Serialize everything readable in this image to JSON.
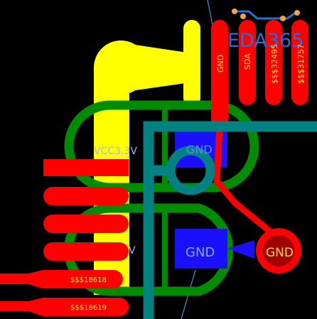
{
  "watermark": {
    "text": "EDA365"
  },
  "pads_top": {
    "gnd": "GND",
    "sda": "SDA",
    "net1": "$$$32495",
    "net2": "$$$31757"
  },
  "copper": {
    "vcc_label": "VCC3.3V",
    "vcc_label_2": "V",
    "gnd_pad_upper": "GND",
    "gnd_pad_lower": "GND",
    "via_gnd": "GND"
  },
  "traces_left": {
    "net_a": "$$$18618",
    "net_b": "$$$18619"
  },
  "colors": {
    "background": "#000000",
    "yellow_layer": "#ffff00",
    "green_outline": "#008c00",
    "red_trace": "#ff0000",
    "blue_pad": "#1a10ff",
    "teal_track": "#008282",
    "via_dark_red": "#a00000",
    "watermark_blue": "#2a6fd6",
    "label_gold": "#ffdc40"
  }
}
